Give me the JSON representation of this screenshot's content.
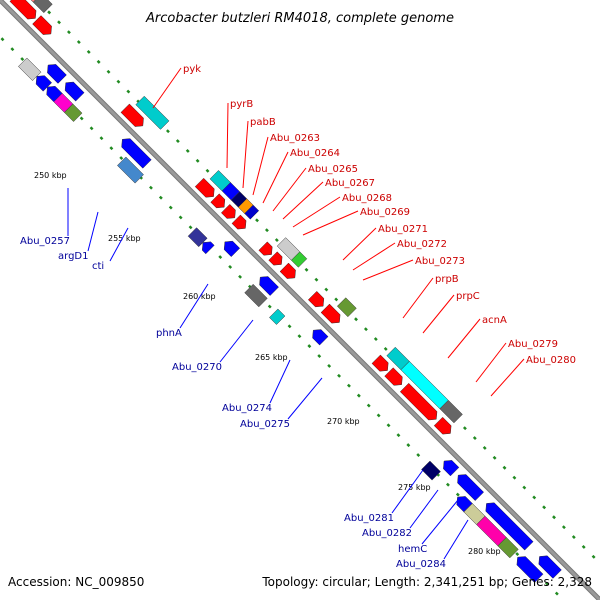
{
  "title": "Arcobacter butzleri RM4018, complete genome",
  "footer": {
    "accession": "Accession: NC_009850",
    "topology": "Topology: circular; Length: 2,341,251 bp; Genes: 2,328"
  },
  "colors": {
    "backbone": "#999999",
    "forward_gene": "#ff0000",
    "reverse_gene": "#0000ff",
    "tick_mark": "#228B22",
    "forward_label": "#cc0000",
    "reverse_label": "#000099"
  },
  "ticks": [
    "250 kbp",
    "255 kbp",
    "260 kbp",
    "265 kbp",
    "270 kbp",
    "275 kbp",
    "280 kbp"
  ],
  "forward_labels": [
    "pyk",
    "pyrB",
    "pabB",
    "Abu_0263",
    "Abu_0264",
    "Abu_0265",
    "Abu_0267",
    "Abu_0268",
    "Abu_0269",
    "Abu_0271",
    "Abu_0272",
    "Abu_0273",
    "prpB",
    "prpC",
    "acnA",
    "Abu_0279",
    "Abu_0280"
  ],
  "reverse_labels": [
    "Abu_0257",
    "argD1",
    "cti",
    "phnA",
    "Abu_0270",
    "Abu_0274",
    "Abu_0275",
    "Abu_0281",
    "Abu_0282",
    "hemC",
    "Abu_0284"
  ]
}
